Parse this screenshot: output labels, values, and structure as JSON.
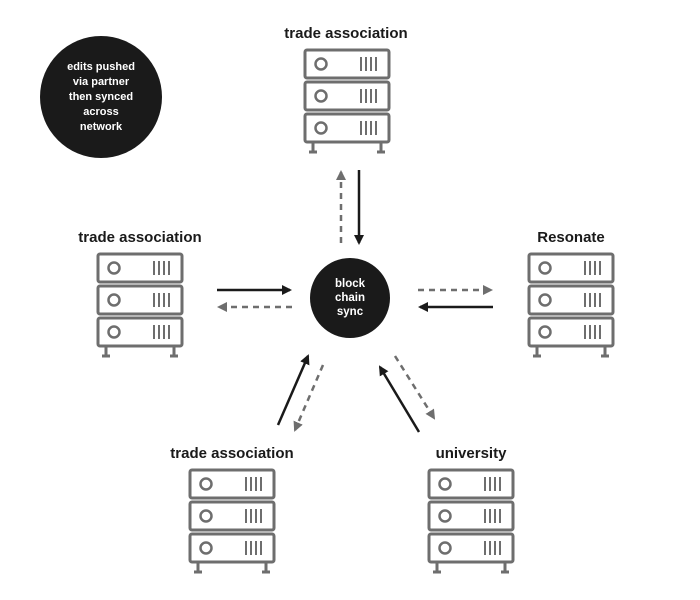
{
  "note": {
    "lines": [
      "edits pushed",
      "via partner",
      "then synced",
      "across",
      "network"
    ]
  },
  "hub": {
    "lines": [
      "block",
      "chain",
      "sync"
    ]
  },
  "nodes": {
    "top": {
      "label": "trade association"
    },
    "left": {
      "label": "trade association"
    },
    "right": {
      "label": "Resonate"
    },
    "bottom_left": {
      "label": "trade association"
    },
    "bottom_right": {
      "label": "university"
    }
  },
  "colors": {
    "solid_arrow": "#1a1a1a",
    "dashed_arrow": "#6e6e6e",
    "server": "#6e6e6e",
    "hub": "#1a1a1a"
  }
}
